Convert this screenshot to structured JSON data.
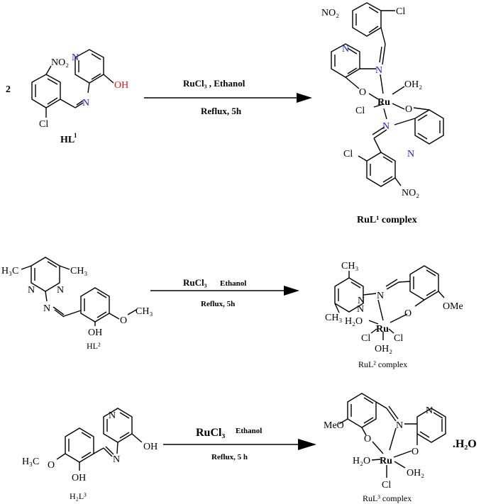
{
  "r1": {
    "coefficient": "2",
    "reagent": "RuCl₃ , Ethanol",
    "condition": "Reflux, 5h",
    "hl1": {
      "nitro": "NO₂",
      "n_pyr": "N",
      "n_imine": "N",
      "oh": "OH",
      "cl": "Cl",
      "name": "HL",
      "name_sup": "1"
    },
    "complex": {
      "nitro_top": "NO₂",
      "cl_top": "Cl",
      "n_pyr_top": "N",
      "n_imine_top": "N",
      "o_left": "O",
      "water": "OH₂",
      "metal": "Ru",
      "o_right": "O",
      "cl_metal": "Cl",
      "n_imine_bottom": "N",
      "n_pyr_bottom": "N",
      "cl_bottom": "Cl",
      "nitro_bottom": "NO₂",
      "name": "RuL¹ complex"
    }
  },
  "r2": {
    "reagent": "RuCl₃",
    "solvent": "Ethanol",
    "condition": "Reflux, 5h",
    "hl2": {
      "me_left": "H₃C",
      "me_right": "CH₃",
      "n1": "N",
      "n2": "N",
      "n_imine": "N",
      "oh": "OH",
      "o": "O",
      "ch3": "CH₃",
      "name": "HL²"
    },
    "complex": {
      "me_top": "CH₃",
      "n1": "N",
      "n2": "N",
      "n_imine": "N",
      "me_bottom": "CH₃",
      "o": "O",
      "ome": "OMe",
      "water_top": "H₂O",
      "metal": "Ru",
      "cl_left": "Cl",
      "cl_right": "Cl",
      "water_bottom": "OH₂",
      "name": "RuL² complex"
    }
  },
  "r3": {
    "reagent": "RuCl₃",
    "solvent": "Ethanol",
    "condition": "Reflux,  5 h",
    "h2l3": {
      "ch3": "H₃C",
      "o": "O",
      "oh_phenol": "OH",
      "n_imine": "N",
      "n_pyr": "N",
      "oh_pyr": "OH",
      "name": "H₂L³"
    },
    "complex": {
      "ome": "MeO",
      "o_phenol": "O",
      "n_imine": "N",
      "n_pyr": "N",
      "o_pyr": "O",
      "water_left": "H₂O",
      "metal": "Ru",
      "water_right": "OH₂",
      "cl": "Cl",
      "hydrate": ".H₂O",
      "name": "RuL³ complex"
    }
  }
}
